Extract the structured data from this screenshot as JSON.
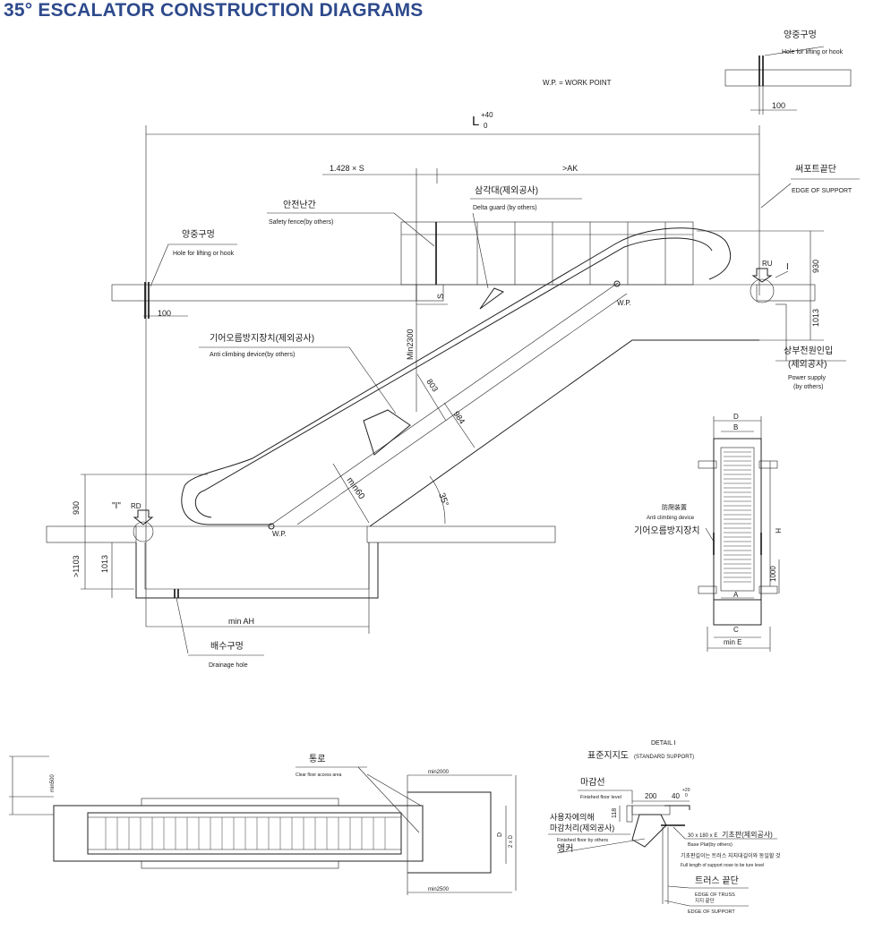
{
  "title": "35° ESCALATOR CONSTRUCTION DIAGRAMS",
  "colors": {
    "title": "#2e4a8c",
    "line": "#222222",
    "floor_hatch": "#777777"
  },
  "side_view": {
    "wp_legend": "W.P. =  WORK POINT",
    "top_hole_kr": "양중구멍",
    "top_hole_en": "Hole for lifting or hook",
    "top_hole_dim": "100",
    "length_main": "L",
    "length_sup": "+40",
    "length_sub": "0",
    "dim_1428": "1.428 × S",
    "dim_ak": ">AK",
    "edge_support_kr": "써포트끝단",
    "edge_support_en": "EDGE OF SUPPORT",
    "delta_kr": "삼각대(제외공사)",
    "delta_en": "Delta guard (by others)",
    "fence_kr": "안전난간",
    "fence_en": "Safety fence(by others)",
    "left_hole_kr": "양중구멍",
    "left_hole_en": "Hole for lifting or hook",
    "left_hole_dim": "100",
    "dim_s": "S",
    "ru": "RU",
    "upper_detail": "I",
    "wp_upper": "W.P.",
    "dim_930_top": "930",
    "dim_1013_top": "1013",
    "power_kr": "상부전원인입",
    "power_kr2": "(제외공사)",
    "power_en": "Power supply",
    "power_en2": "(by others)",
    "anti_kr": "기어오름방지장치(제외공사)",
    "anti_en": "Anti climbing device(by others)",
    "min2300": "Min2300",
    "dim_803": "803",
    "dim_984": "984",
    "min60": "min60",
    "angle": "35°",
    "lower_detail": "\"I\"",
    "rd": "RD",
    "wp_lower": "W.P.",
    "dim_930_bottom": "930",
    "dim_1103": ">1103",
    "dim_1013_bottom": "1013",
    "min_ah": "min AH",
    "drain_kr": "배수구멍",
    "drain_en": "Drainage hole"
  },
  "plan_view": {
    "d": "D",
    "b": "B",
    "h": "H",
    "dim_1000": "1000",
    "a": "A",
    "c": "C",
    "min_e": "min E",
    "anti_cn": "防爬装置",
    "anti_en": "Anti climbing device",
    "anti_kr": "기어오름방지장치"
  },
  "bottom_view": {
    "passage_kr": "통로",
    "passage_en": "Clear floor access area",
    "min500": "min500",
    "min2000": "min2000",
    "min2500": "min2500",
    "d": "D",
    "two_d": "2 x D"
  },
  "detail": {
    "title": "DETAIL Ⅰ",
    "std_support_kr": "표준지지도",
    "std_support_en": "(STANDARD SUPPORT)",
    "ffl_kr": "마감선",
    "ffl_en": "Finished floor level",
    "dim_200": "200",
    "dim_40": "40",
    "dim_40_sup": "+20",
    "dim_40_sub": "0",
    "dim_118": "118",
    "user_finish_kr1": "사용자에의해",
    "user_finish_kr2": "마감처리(제외공사)",
    "user_finish_en": "Finished floor by others",
    "anchor_kr": "앵커",
    "base_plate_dim": "30 x 180 x E",
    "base_plate_kr": "기초판(제외공사)",
    "base_plate_en": "Base Plat(by others)",
    "base_note_kr": "기초판길이는 트러스 지지대길이와 동일할 것",
    "base_note_en": "Full length of support nose to be ture level",
    "truss_kr": "트러스 끝단",
    "truss_en": "EDGE OF TRUSS",
    "support_kr": "지지 끝단",
    "support_en": "EDGE OF SUPPORT"
  }
}
